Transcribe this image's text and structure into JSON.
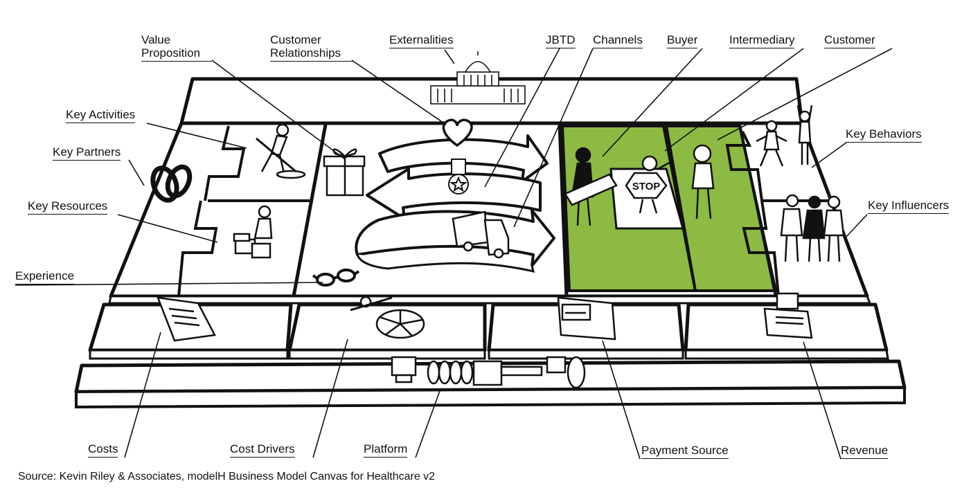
{
  "colors": {
    "highlight": "#8dba43",
    "outline": "#111111",
    "fill": "#ffffff"
  },
  "labels": {
    "value_proposition": "Value Proposition",
    "customer_relationships": "Customer Relationships",
    "externalities": "Externalities",
    "jbtd": "JBTD",
    "channels": "Channels",
    "buyer": "Buyer",
    "intermediary": "Intermediary",
    "customer": "Customer",
    "key_activities": "Key Activities",
    "key_partners": "Key Partners",
    "key_resources": "Key Resources",
    "experience": "Experience",
    "key_behaviors": "Key Behaviors",
    "key_influencers": "Key Influencers",
    "costs": "Costs",
    "cost_drivers": "Cost Drivers",
    "platform": "Platform",
    "payment_source": "Payment Source",
    "revenue": "Revenue"
  },
  "stop_sign_text": "STOP",
  "source": "Source: Kevin Riley & Associates, modelH Business Model Canvas for Healthcare v2",
  "icons": [
    "capitol-building-icon",
    "heart-icon",
    "medal-icon",
    "gift-box-icon",
    "truck-icon",
    "chain-links-icon",
    "digging-worker-icon",
    "worker-with-boxes-icon",
    "glasses-icon",
    "bill-document-icon",
    "pie-chart-icon",
    "payment-card-machine-icon",
    "cash-register-icon",
    "platform-machine-icon",
    "buyer-with-money-icon",
    "stop-guard-icon",
    "customer-person-icon",
    "jumping-people-icon",
    "influencers-group-icon"
  ]
}
